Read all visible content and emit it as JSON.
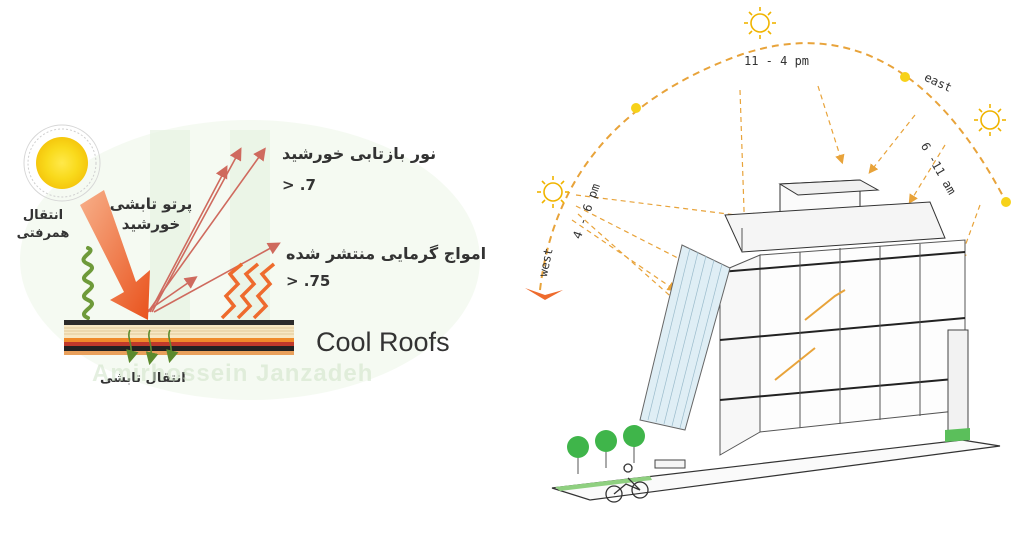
{
  "left_panel": {
    "label_convection": "انتقال همرفتی",
    "label_convection_l1": "انتقال",
    "label_convection_l2": "همرفتی",
    "label_sun_radiation_l1": "پرتو تابشی",
    "label_sun_radiation_l2": "خورشید",
    "label_reflected_light": "نور بازتابی خورشید",
    "reflected_value": "> .7",
    "label_thermal_waves": "امواج گرمایی منتشر شده",
    "thermal_value": "> .75",
    "label_radiative_transfer": "انتقال تابشی",
    "title": "Cool Roofs",
    "watermark": "Amirhossein Janzadeh"
  },
  "right_panel": {
    "times": {
      "afternoon": "4 - 6 pm",
      "noon": "11 - 4 pm",
      "morning": "6 -11 am"
    },
    "directions": {
      "west": "west",
      "east": "east"
    }
  },
  "colors": {
    "sun_path": "#e8a33a",
    "sun_fill": "#f7d21a",
    "arrow_orange": "#ee6b2d",
    "ray": "#cf6a5e",
    "wave_green": "#6e9a3a",
    "roof_dark": "#2b2b2b",
    "tree_green": "#3fb54a"
  }
}
